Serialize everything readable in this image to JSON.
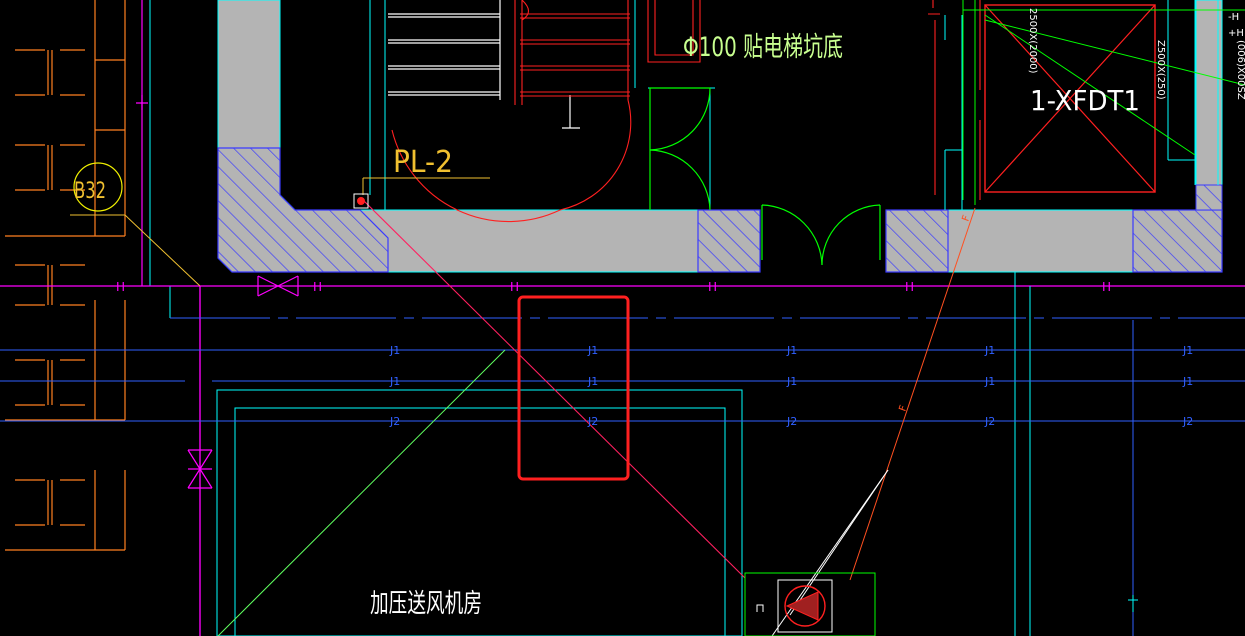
{
  "labels": {
    "pit_note": "Φ100  贴电梯坑底",
    "pipe_tag": "PL-2",
    "equipment_tag": "1-XFDT1",
    "room_name": "加压送风机房",
    "column_tag": "B32",
    "h_marker": "H",
    "j1_marker": "J1",
    "j2_marker": "J2",
    "f_marker": "F",
    "dim_a": "2500X(2000)",
    "dim_b": "Z500X(250)",
    "dim_c": "(006)X00SZ",
    "side_h1": "-H",
    "side_h2": "+H"
  },
  "colors": {
    "background": "#000000",
    "wall_fill": "#b4b4b4",
    "hatch": "#3a3aff",
    "cyan": "#00ffff",
    "green": "#00ff00",
    "red": "#ff2020",
    "magenta": "#ff00ff",
    "blue": "#3060ff",
    "orange": "#ff8020",
    "yellow": "#f0c030",
    "white": "#ffffff",
    "highlight": "#ff2020"
  }
}
